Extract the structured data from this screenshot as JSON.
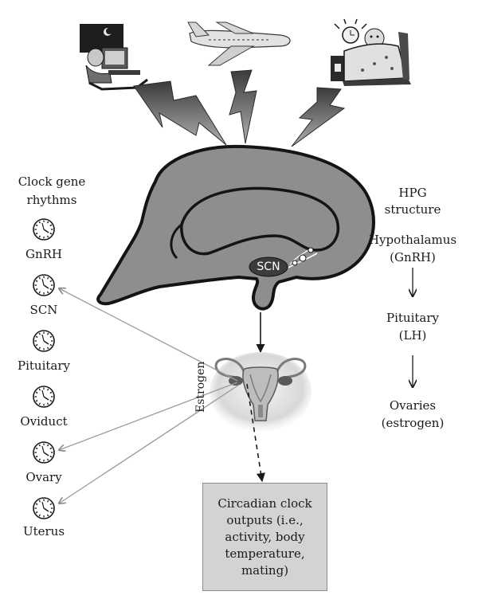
{
  "left_panel": {
    "title_line1": "Clock gene",
    "title_line2": "rhythms",
    "tissues": [
      "GnRH",
      "SCN",
      "Pituitary",
      "Oviduct",
      "Ovary",
      "Uterus"
    ]
  },
  "right_panel": {
    "title_line1": "HPG",
    "title_line2": "structure",
    "levels": [
      {
        "name": "Hypothalamus",
        "hormone": "(GnRH)"
      },
      {
        "name": "Pituitary",
        "hormone": "(LH)"
      },
      {
        "name": "Ovaries",
        "hormone": "(estrogen)"
      }
    ]
  },
  "brain": {
    "scn_label": "SCN"
  },
  "estrogen_label": "Estrogen",
  "outputs_box": {
    "lines": [
      "Circadian clock",
      "outputs (i.e.,",
      "activity, body",
      "temperature,",
      "mating)"
    ]
  },
  "icons": {
    "shift-work": "person-at-computer-night-icon",
    "jet-lag": "airplane-icon",
    "sleep": "bed-alarm-clock-icon",
    "clock": "clock-icon"
  },
  "colors": {
    "brain_fill": "#8e8e8e",
    "brain_stroke": "#141414",
    "bolt_fill": "#8a8a8a",
    "arrow_gray": "#9a9a9a",
    "box_fill": "#d3d3d3"
  }
}
